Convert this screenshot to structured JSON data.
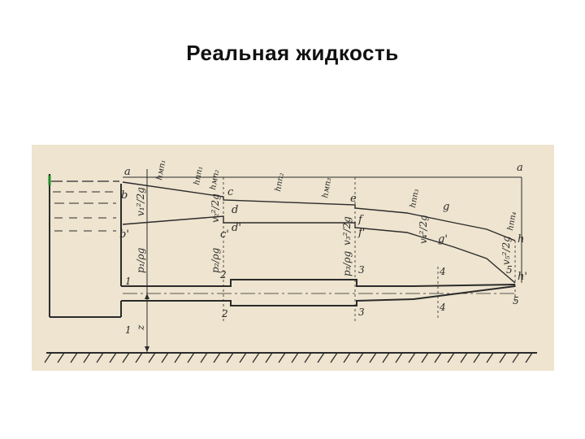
{
  "slide": {
    "title": "Реальная  жидкость",
    "colors": {
      "paper": "#eee4cf",
      "ink": "#2b2b2b",
      "background": "#ffffff"
    }
  },
  "diagram": {
    "points_top": {
      "a_left": "a",
      "a_right": "a",
      "b": "b",
      "c": "c",
      "e": "e",
      "f": "f",
      "g": "g",
      "h": "h"
    },
    "points_bottom": {
      "b_prime": "b'",
      "c_prime": "c'",
      "d": "d",
      "d_prime": "d'",
      "f_prime": "f'",
      "g_prime": "g'",
      "h_prime": "h'"
    },
    "head_losses": {
      "h_mp1": "hмп₁",
      "h_pp1": "hпп₁",
      "h_mp2": "hмп₂",
      "h_pp2": "hпп₂",
      "h_mp3": "hмп₃",
      "h_pp3": "hпп₃",
      "h_pp4": "hпп₄"
    },
    "velocity_heads": [
      "v₁²/2g",
      "v₂²/2g",
      "v₃²/2g",
      "v₄²/2g",
      "v₅²/2g"
    ],
    "pressure_heads": [
      "p₁/ρg",
      "p₂/ρg",
      "p₃/ρg"
    ],
    "sections": [
      "1",
      "2",
      "3",
      "4",
      "5"
    ],
    "section_marks": [
      "1",
      "1",
      "2",
      "2",
      "3",
      "3",
      "4",
      "4",
      "5",
      "5"
    ],
    "elevation": "z"
  }
}
